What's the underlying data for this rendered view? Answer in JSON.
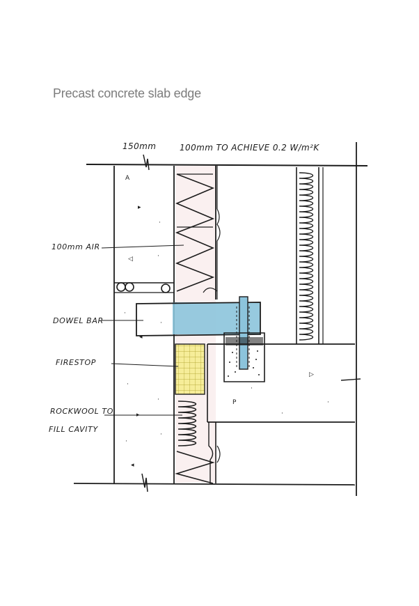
{
  "title": "Precast concrete slab edge",
  "dimensions": {
    "left": "150mm",
    "right": "100mm TO ACHIEVE 0.2 W/m²K"
  },
  "labels": {
    "air": "100mm AIR",
    "dowel": "DOWEL BAR",
    "firestop": "FIRESTOP",
    "rockwool_1": "ROCKWOOL TO",
    "rockwool_2": "FILL CAVITY"
  },
  "colors": {
    "ink": "#1c1c1c",
    "dowel_fill": "#8cc4dc",
    "firestop_fill": "#f4ec8a",
    "insulation_tint": "#f6e4e4",
    "title_gray": "#7c7c7c"
  }
}
